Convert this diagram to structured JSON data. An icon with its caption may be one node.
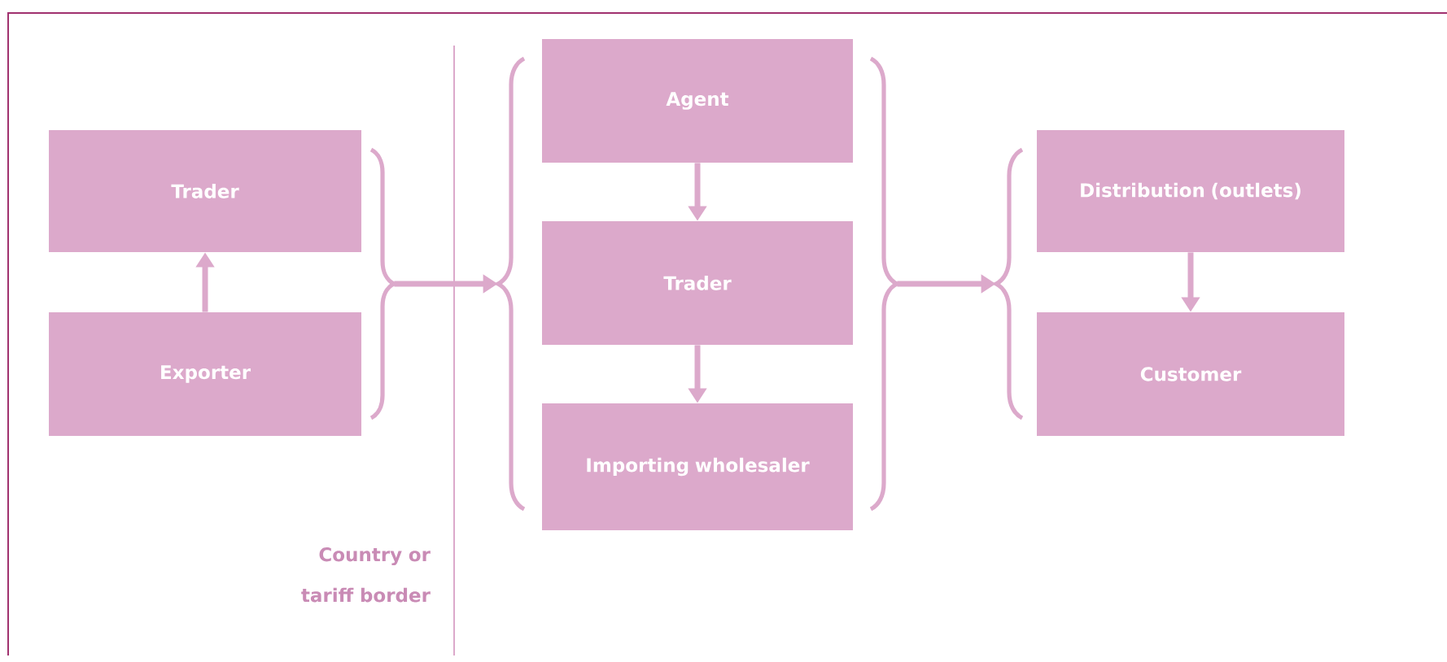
{
  "diagram": {
    "nodes": [
      {
        "text": [
          "Trader"
        ]
      },
      {
        "text": [
          "Exporter"
        ]
      },
      {
        "text": [
          "Agent"
        ]
      },
      {
        "text": [
          "Trader"
        ]
      },
      {
        "text": [
          "Importing wholesaler"
        ]
      },
      {
        "text": [
          "Distribution (outlets)"
        ]
      },
      {
        "text": [
          "Customer"
        ]
      },
      {
        "text": [],
        "shape": "brace"
      },
      {
        "text": [],
        "shape": "brace"
      },
      {
        "text": [],
        "shape": "brace"
      },
      {
        "text": [],
        "shape": "brace"
      }
    ],
    "edges": [
      {
        "from": 1,
        "to": 0,
        "arrow": "to"
      },
      {
        "from": 7,
        "to": 8,
        "arrow": "to"
      },
      {
        "from": 2,
        "to": 3,
        "arrow": "to"
      },
      {
        "from": 3,
        "to": 4,
        "arrow": "to"
      },
      {
        "from": 9,
        "to": 10,
        "arrow": "to"
      },
      {
        "from": 5,
        "to": 6,
        "arrow": "to"
      }
    ],
    "labels": [
      "Country or tariff border"
    ]
  }
}
